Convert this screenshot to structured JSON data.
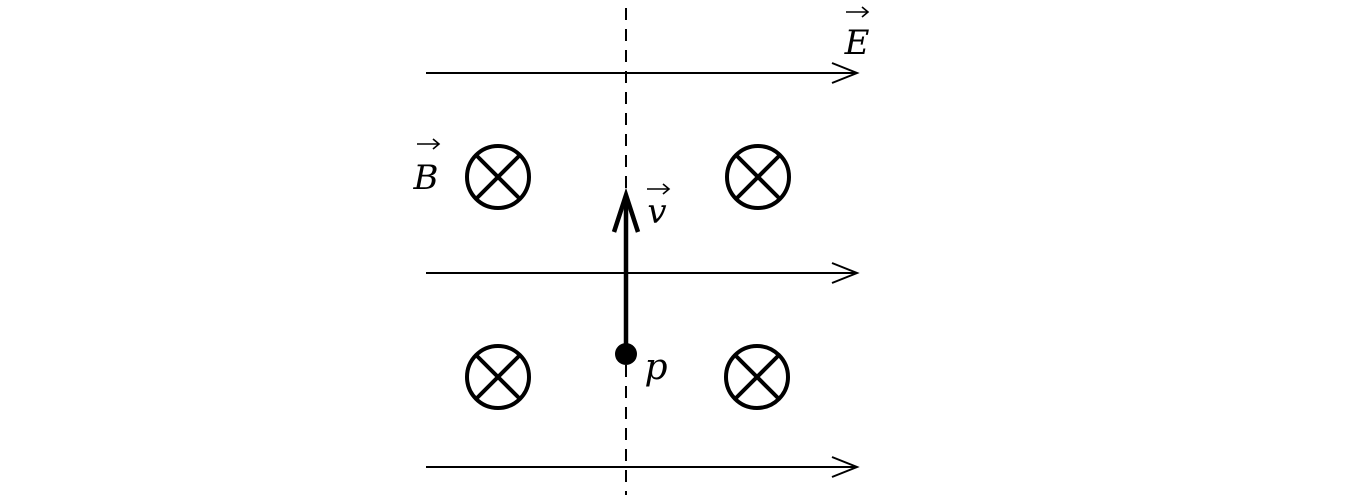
{
  "labels": {
    "electric_field": "E",
    "magnetic_field": "B",
    "velocity": "v",
    "particle": "p"
  },
  "field_lines": {
    "count": 3,
    "direction": "right"
  },
  "magnetic_symbols": {
    "count": 4,
    "symbol": "into-page"
  },
  "colors": {
    "stroke": "#000000",
    "background": "#ffffff"
  }
}
